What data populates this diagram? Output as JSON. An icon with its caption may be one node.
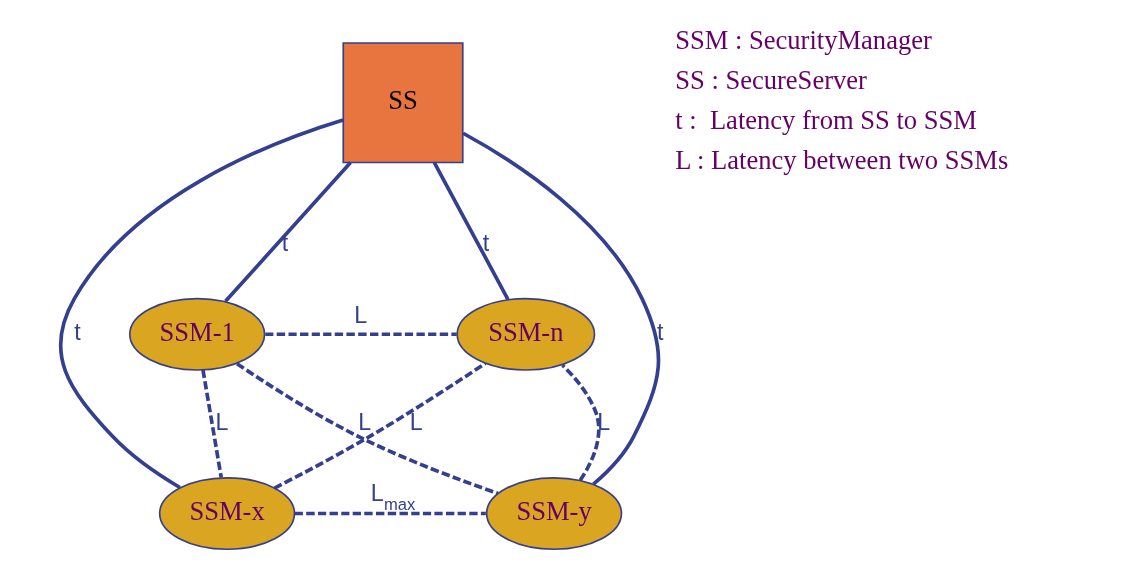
{
  "diagram": {
    "nodes": [
      {
        "text": [
          "SS"
        ]
      },
      {
        "text": [
          "SSM-1"
        ]
      },
      {
        "text": [
          "SSM-n"
        ]
      },
      {
        "text": [
          "SSM-x"
        ]
      },
      {
        "text": [
          "SSM-y"
        ]
      }
    ],
    "edges": [
      {
        "from": 0,
        "to": 1,
        "arrow": "none",
        "label": "t"
      },
      {
        "from": 0,
        "to": 3,
        "arrow": "none",
        "label": "t"
      },
      {
        "from": 0,
        "to": 4,
        "arrow": "none",
        "label": "t"
      },
      {
        "from": 0,
        "to": 2,
        "arrow": "none",
        "label": "t"
      },
      {
        "from": 1,
        "to": 2,
        "arrow": "none",
        "label": "L",
        "style": "dashed"
      },
      {
        "from": 1,
        "to": 4,
        "arrow": "none",
        "label": "L",
        "style": "dashed"
      },
      {
        "from": 1,
        "to": 3,
        "arrow": "none",
        "label": "L",
        "style": "dashed"
      },
      {
        "from": 3,
        "to": 2,
        "arrow": "none",
        "label": "L",
        "style": "dashed"
      },
      {
        "from": 4,
        "to": 2,
        "arrow": "none",
        "label": "L",
        "style": "dashed"
      },
      {
        "from": 3,
        "to": 4,
        "arrow": "none",
        "label": "L$_{max}$",
        "style": "dashed"
      }
    ],
    "labels": [
      "SSM : SecurityManager",
      "SS : SecureServer",
      "t :  Latency from SS to SSM",
      "L : Latency between two SSMs"
    ]
  }
}
